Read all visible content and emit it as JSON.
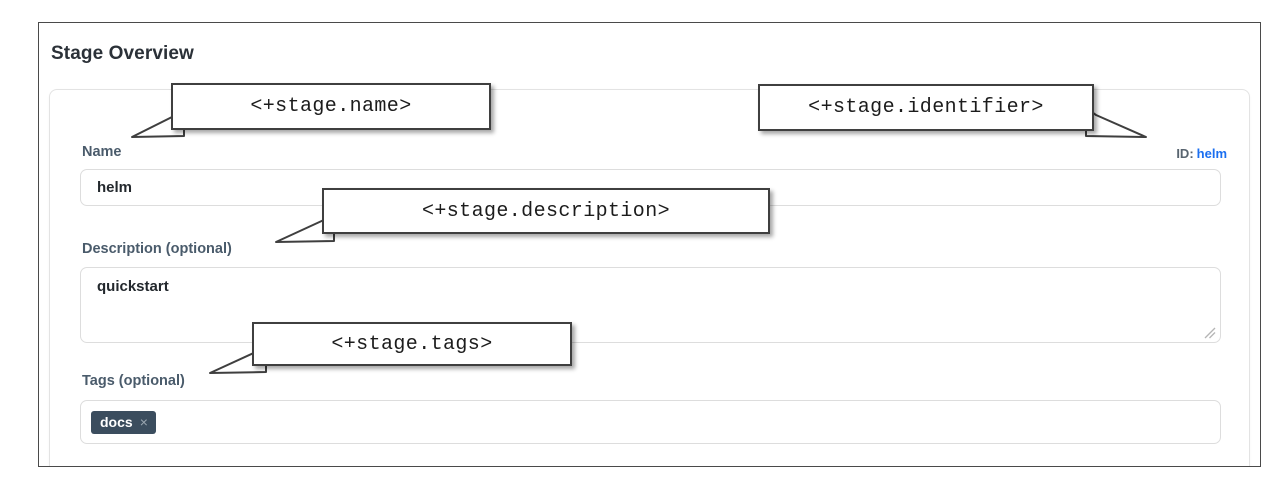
{
  "page": {
    "title": "Stage Overview"
  },
  "form": {
    "id_hint": {
      "label": "ID:",
      "value": "helm"
    },
    "fields": [
      {
        "key": "name",
        "label": "Name",
        "value": "helm",
        "placeholder": ""
      },
      {
        "key": "description",
        "label": "Description (optional)",
        "value": "quickstart",
        "placeholder": ""
      },
      {
        "key": "tags",
        "label": "Tags (optional)",
        "placeholder": "",
        "tags": [
          {
            "label": "docs",
            "remove_icon": "×"
          }
        ]
      }
    ]
  },
  "annotations": [
    {
      "key": "name",
      "text": "<+stage.name>"
    },
    {
      "key": "identifier",
      "text": "<+stage.identifier>"
    },
    {
      "key": "description",
      "text": "<+stage.description>"
    },
    {
      "key": "tags",
      "text": "<+stage.tags>"
    }
  ],
  "colors": {
    "frame_border": "#4a4a4a",
    "label": "#4a5b6b",
    "link": "#1b6ff0",
    "chip_bg": "#3b4d5e",
    "callout_border": "#3f3f3f"
  }
}
